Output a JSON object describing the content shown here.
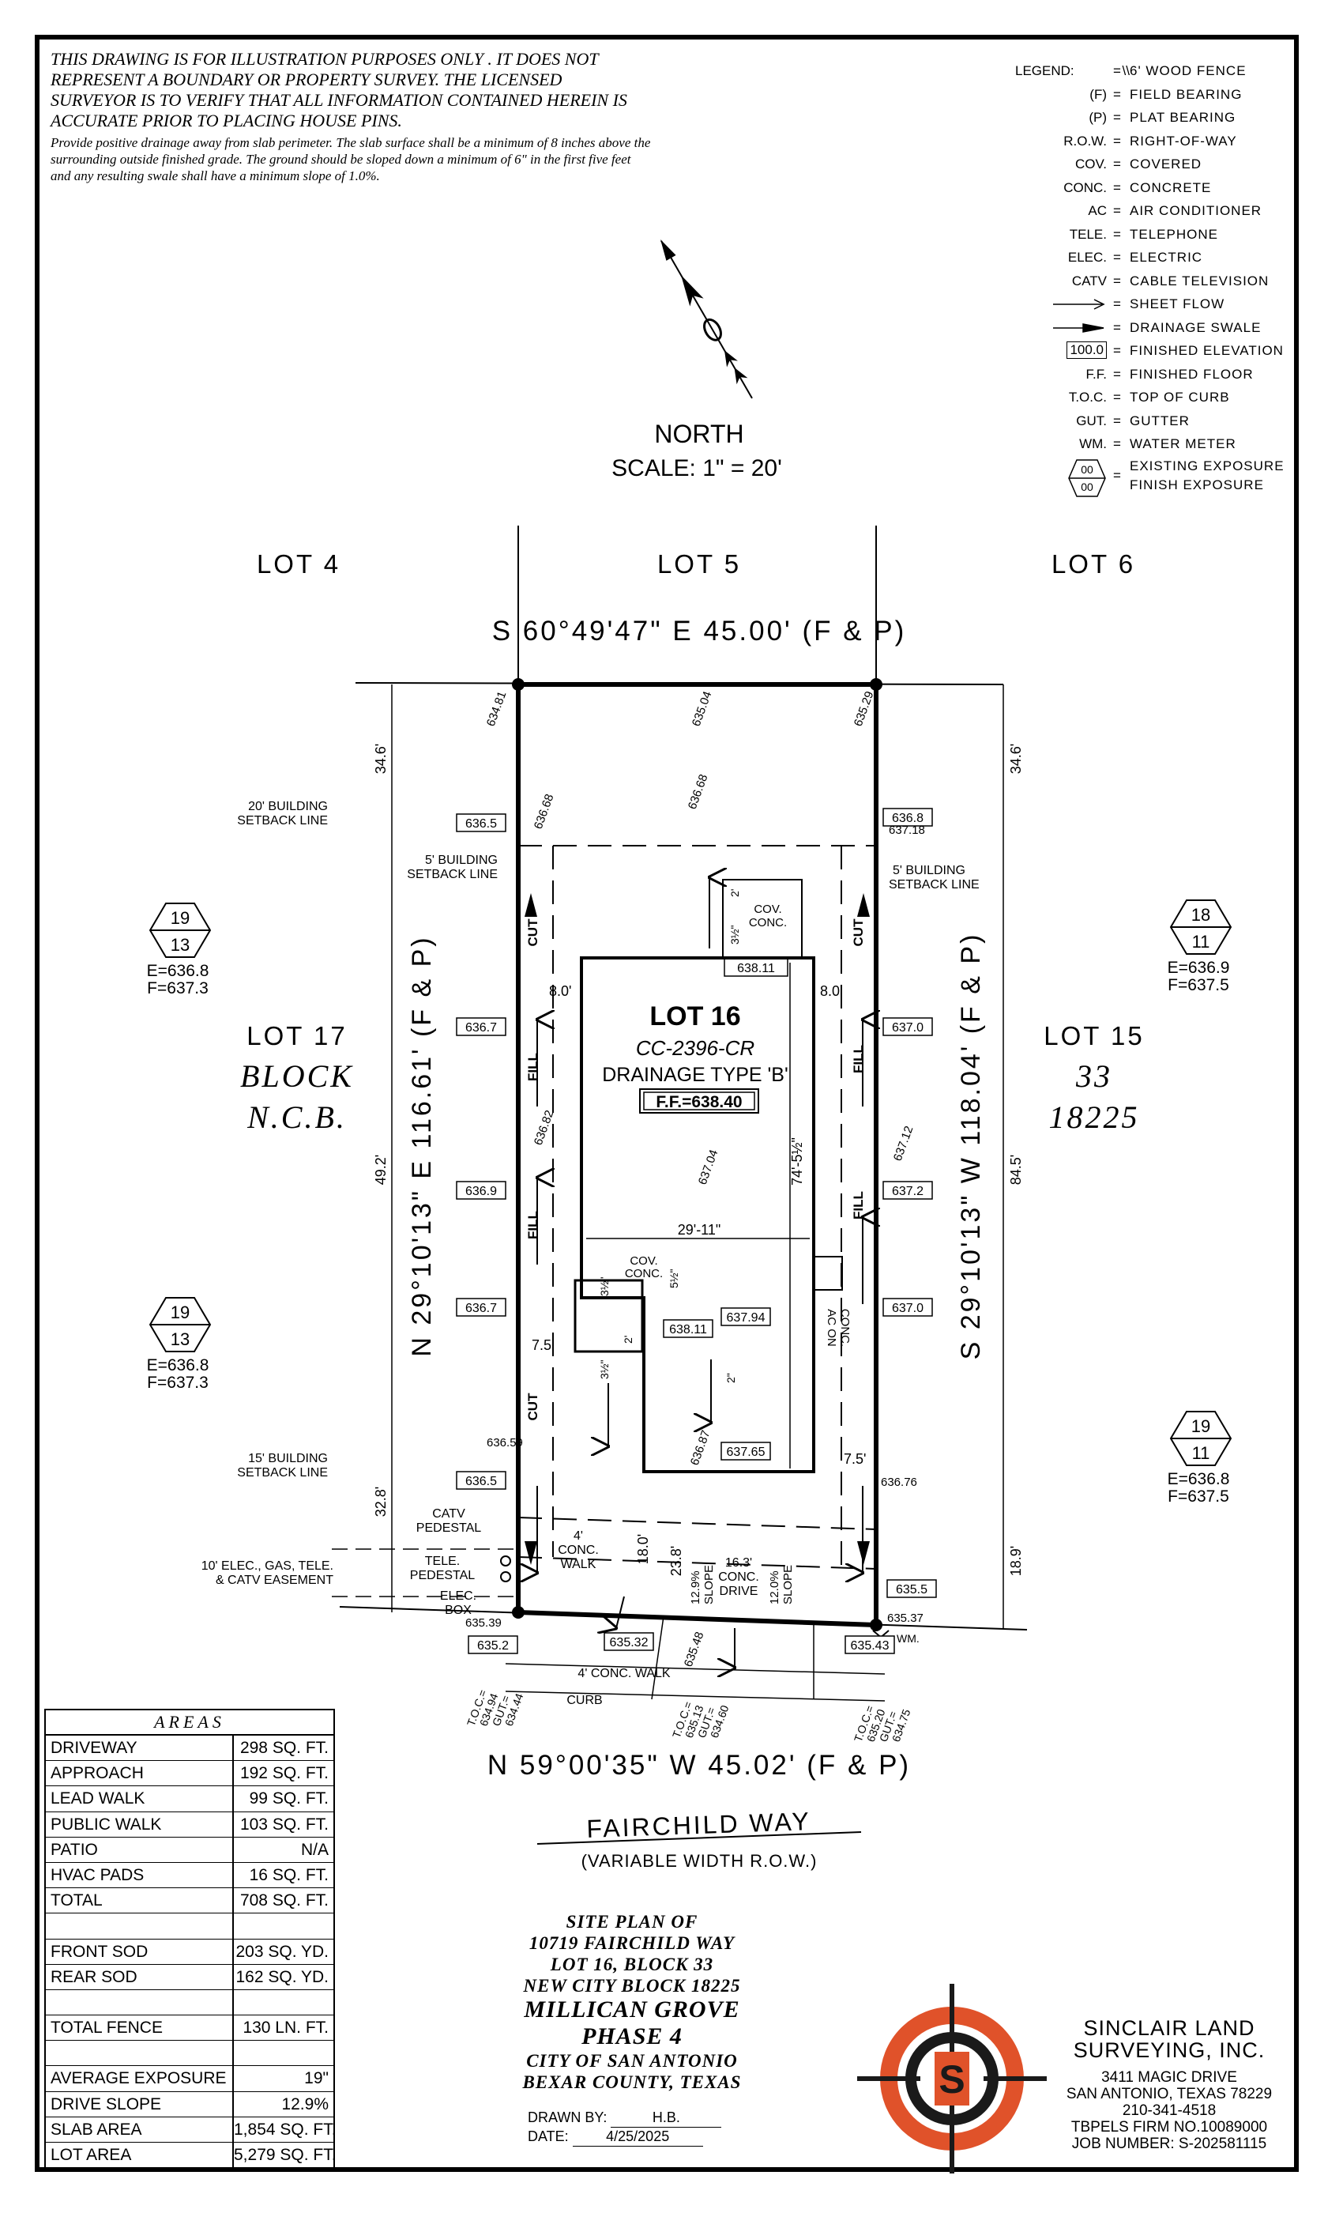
{
  "notes": {
    "disclaimer": "THIS DRAWING IS FOR ILLUSTRATION PURPOSES ONLY . IT DOES NOT REPRESENT A BOUNDARY OR PROPERTY SURVEY. THE LICENSED SURVEYOR IS TO VERIFY THAT ALL INFORMATION CONTAINED HEREIN IS ACCURATE PRIOR TO PLACING HOUSE PINS.",
    "drainage": "Provide positive drainage away from slab perimeter. The slab surface shall be a minimum of 8 inches above the surrounding outside finished grade. The ground should be sloped down a minimum of 6\" in the first five feet and any resulting swale shall have a minimum slope of 1.0%."
  },
  "legend": {
    "label": "LEGEND:",
    "items": [
      {
        "sym": "\\\\",
        "desc": "6' WOOD FENCE"
      },
      {
        "sym": "(F)",
        "desc": "FIELD BEARING"
      },
      {
        "sym": "(P)",
        "desc": "PLAT BEARING"
      },
      {
        "sym": "R.O.W.",
        "desc": "RIGHT-OF-WAY"
      },
      {
        "sym": "COV.",
        "desc": "COVERED"
      },
      {
        "sym": "CONC.",
        "desc": "CONCRETE"
      },
      {
        "sym": "AC",
        "desc": "AIR CONDITIONER"
      },
      {
        "sym": "TELE.",
        "desc": "TELEPHONE"
      },
      {
        "sym": "ELEC.",
        "desc": "ELECTRIC"
      },
      {
        "sym": "CATV",
        "desc": "CABLE TELEVISION"
      },
      {
        "sym": "",
        "desc": "SHEET FLOW"
      },
      {
        "sym": "",
        "desc": "DRAINAGE SWALE"
      },
      {
        "sym": "100.0",
        "desc": "FINISHED ELEVATION"
      },
      {
        "sym": "F.F.",
        "desc": "FINISHED FLOOR"
      },
      {
        "sym": "T.O.C.",
        "desc": "TOP OF CURB"
      },
      {
        "sym": "GUT.",
        "desc": "GUTTER"
      },
      {
        "sym": "WM.",
        "desc": "WATER METER"
      }
    ],
    "exposure_sym": "00",
    "existing_exposure": "EXISTING EXPOSURE",
    "finish_exposure": "FINISH EXPOSURE"
  },
  "north": {
    "label": "NORTH",
    "scale": "SCALE: 1\" = 20'"
  },
  "plan": {
    "lot4": "LOT 4",
    "lot5": "LOT 5",
    "lot6": "LOT 6",
    "lot17": "LOT 17",
    "lot15": "LOT 15",
    "block": "BLOCK",
    "ncb": "N.C.B.",
    "block_no": "33",
    "ncb_no": "18225",
    "top_bearing": "S 60°49'47\" E 45.00' (F & P)",
    "bottom_bearing": "N 59°00'35\" W 45.02' (F & P)",
    "left_bearing": "N 29°10'13\" E 116.61' (F & P)",
    "right_bearing": "S 29°10'13\" W 118.04' (F & P)",
    "street": "FAIRCHILD WAY",
    "row": "(VARIABLE WIDTH R.O.W.)",
    "lot16": "LOT 16",
    "cc": "CC-2396-CR",
    "drainage_type": "DRAINAGE TYPE 'B'",
    "ff": "F.F.=638.40",
    "setback20": "20' BUILDING",
    "setback20b": "SETBACK LINE",
    "setback5l": "5' BUILDING",
    "setback5lb": "SETBACK LINE",
    "setback5r": "5' BUILDING",
    "setback5rb": "SETBACK LINE",
    "setback15": "15' BUILDING",
    "setback15b": "SETBACK LINE",
    "catv_ped": "CATV",
    "catv_ped2": "PEDESTAL",
    "tele_ped": "TELE.",
    "tele_ped2": "PEDESTAL",
    "elec_box": "ELEC.",
    "elec_box2": "BOX",
    "easement1": "10' ELEC., GAS, TELE.",
    "easement2": "& CATV EASEMENT",
    "walk_conc": "4'",
    "walk_conc2": "CONC.",
    "walk_conc3": "WALK",
    "walk4": "4' CONC. WALK",
    "curb": "CURB",
    "drive1": "16.3'",
    "drive2": "CONC.",
    "drive3": "DRIVE",
    "slope1": "12.9%",
    "slope2": "SLOPE",
    "slope3": "12.0%",
    "slope4": "SLOPE",
    "cov_conc1": "COV.",
    "cov_conc2": "CONC.",
    "cov_conc3": "COV.",
    "cov_conc4": "CONC.",
    "ac_on": "AC ON",
    "ac_conc": "CONC.",
    "wm": "WM.",
    "cut": "CUT",
    "fill": "FILL",
    "dim_29_11": "29'-11\"",
    "dim_74_5": "74'-5½\"",
    "dim_8_0": "8.0'",
    "dim_7_5": "7.5'",
    "dim_34_6": "34.6'",
    "dim_49_2": "49.2'",
    "dim_32_8": "32.8'",
    "dim_84_5": "84.5'",
    "dim_18_9": "18.9'",
    "dim_18_0": "18.0'",
    "dim_23_8": "23.8'",
    "dim_2": "2'",
    "dim_3_5": "3½\"",
    "dim_5_5": "5½\"",
    "dim_2in": "2\"",
    "exposures": [
      {
        "top": "19",
        "bottom": "13",
        "e": "E=636.8",
        "f": "F=637.3"
      },
      {
        "top": "19",
        "bottom": "13",
        "e": "E=636.8",
        "f": "F=637.3"
      },
      {
        "top": "18",
        "bottom": "11",
        "e": "E=636.9",
        "f": "F=637.5"
      },
      {
        "top": "19",
        "bottom": "11",
        "e": "E=636.8",
        "f": "F=637.5"
      }
    ],
    "elev": {
      "e6365a": "636.5",
      "e6367a": "636.7",
      "e6369": "636.9",
      "e6367b": "636.7",
      "e6365b": "636.5",
      "e6368": "636.8",
      "e6370a": "637.0",
      "e6372": "637.2",
      "e6370b": "637.0",
      "e6355": "635.5",
      "e6352": "635.2",
      "e63532": "635.32",
      "e63543": "635.43",
      "e63811a": "638.11",
      "e63811b": "638.11",
      "e63794": "637.94",
      "e63765": "637.65"
    },
    "spot": {
      "s63481": "634.81",
      "s63504": "635.04",
      "s63529": "635.29",
      "s63668a": "636.68",
      "s63668b": "636.68",
      "s63718": "637.18",
      "s63682": "636.82",
      "s63712": "637.12",
      "s63704": "637.04",
      "s63659": "636.59",
      "s63676": "636.76",
      "s63687": "636.87",
      "s63539": "635.39",
      "s63537": "635.37",
      "s63548": "635.48"
    },
    "toc": [
      {
        "a": "T.O.C.=",
        "b": "634.94",
        "c": "GUT.=",
        "d": "634.44"
      },
      {
        "a": "T.O.C.=",
        "b": "635.13",
        "c": "GUT.=",
        "d": "634.60"
      },
      {
        "a": "T.O.C.=",
        "b": "635.20",
        "c": "GUT.=",
        "d": "634.75"
      }
    ]
  },
  "areas": {
    "title": "AREAS",
    "rows": [
      {
        "label": "DRIVEWAY",
        "value": "298 SQ. FT."
      },
      {
        "label": "APPROACH",
        "value": "192 SQ. FT."
      },
      {
        "label": "LEAD WALK",
        "value": "99 SQ. FT."
      },
      {
        "label": "PUBLIC WALK",
        "value": "103 SQ. FT."
      },
      {
        "label": "PATIO",
        "value": "N/A"
      },
      {
        "label": "HVAC PADS",
        "value": "16 SQ. FT."
      },
      {
        "label": "TOTAL",
        "value": "708 SQ. FT."
      },
      {
        "label": "",
        "value": ""
      },
      {
        "label": "FRONT SOD",
        "value": "203 SQ. YD."
      },
      {
        "label": "REAR SOD",
        "value": "162 SQ. YD."
      },
      {
        "label": "",
        "value": ""
      },
      {
        "label": "TOTAL FENCE",
        "value": "130 LN. FT."
      },
      {
        "label": "",
        "value": ""
      },
      {
        "label": "AVERAGE EXPOSURE",
        "value": "19\""
      },
      {
        "label": "DRIVE SLOPE",
        "value": "12.9%"
      },
      {
        "label": "SLAB AREA",
        "value": "1,854 SQ. FT."
      },
      {
        "label": "LOT AREA",
        "value": "5,279 SQ. FT."
      }
    ]
  },
  "title_block": {
    "l1": "SITE PLAN OF",
    "l2": "10719 FAIRCHILD WAY",
    "l3": "LOT 16, BLOCK 33",
    "l4": "NEW CITY BLOCK 18225",
    "l5": "MILLICAN GROVE",
    "l6": "PHASE 4",
    "l7": "CITY OF SAN ANTONIO",
    "l8": "BEXAR COUNTY, TEXAS"
  },
  "drawn": {
    "by_label": "DRAWN BY:",
    "by": "H.B.",
    "date_label": "DATE:",
    "date": "4/25/2025"
  },
  "company": {
    "name1": "SINCLAIR LAND",
    "name2": "SURVEYING, INC.",
    "logo_letter": "S",
    "addr1": "3411 MAGIC DRIVE",
    "addr2": "SAN ANTONIO, TEXAS 78229",
    "phone": "210-341-4518",
    "firm": "TBPELS FIRM NO.10089000",
    "job": "JOB NUMBER:  S-202581115"
  },
  "colors": {
    "logo_orange": "#e0522a",
    "logo_dark": "#1a1a1a",
    "ink": "#000000"
  }
}
